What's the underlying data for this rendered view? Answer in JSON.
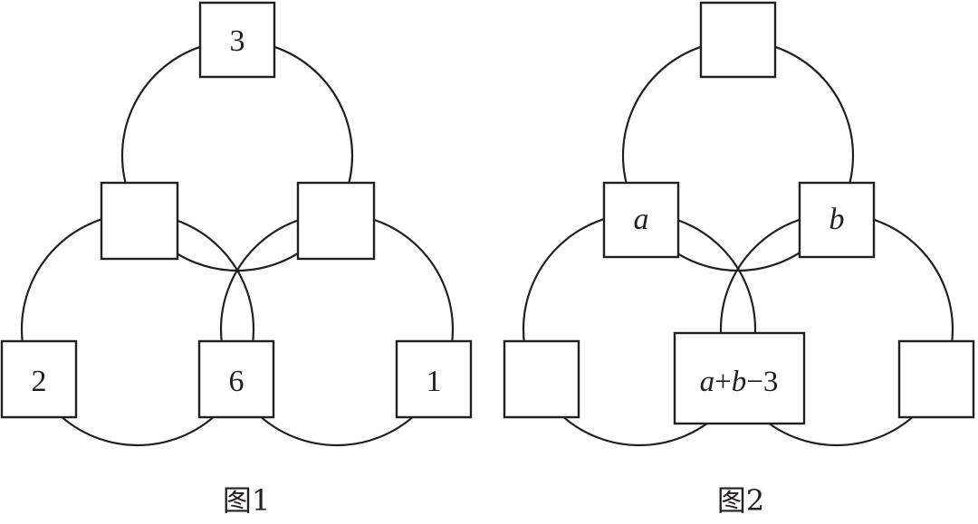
{
  "figure1": {
    "caption": "图1",
    "top": "3",
    "mid_left": "",
    "mid_right": "",
    "bottom_left": "2",
    "bottom_center": "6",
    "bottom_right": "1"
  },
  "figure2": {
    "caption": "图2",
    "top": "",
    "mid_left": "a",
    "mid_right": "b",
    "bottom_left": "",
    "bottom_center": "a+b−3",
    "bottom_right": ""
  },
  "colors": {
    "stroke": "#231f20",
    "background": "#ffffff"
  }
}
